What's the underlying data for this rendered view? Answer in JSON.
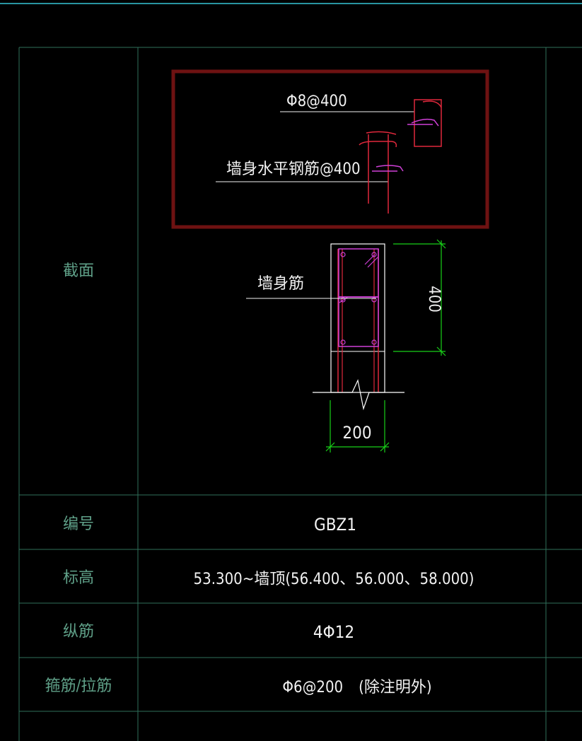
{
  "colors": {
    "background": "#000000",
    "grid_line": "#2f6f5a",
    "label_text": "#5fa088",
    "value_text": "#f2f2f2",
    "rebar_red": "#e0283c",
    "stirrup_magenta": "#d040d8",
    "dimension_green": "#18d018",
    "highlight_box": "#6e1212",
    "outline_white": "#ffffff",
    "top_border": "#36c6d6"
  },
  "section": {
    "row_label": "截面",
    "callout_tie": "Φ8@400",
    "callout_horizontal_bar": "墙身水平钢筋@400",
    "callout_wall_bar": "墙身筋",
    "dim_height": "400",
    "dim_width": "200"
  },
  "rows": [
    {
      "label": "编号",
      "value": "GBZ1"
    },
    {
      "label": "标高",
      "value": "53.300~墙顶(56.400、56.000、58.000)"
    },
    {
      "label": "纵筋",
      "value": "4Φ12"
    },
    {
      "label": "箍筋/拉筋",
      "value": "Φ6@200　(除注明外)"
    },
    {
      "label": "",
      "value": ""
    }
  ]
}
